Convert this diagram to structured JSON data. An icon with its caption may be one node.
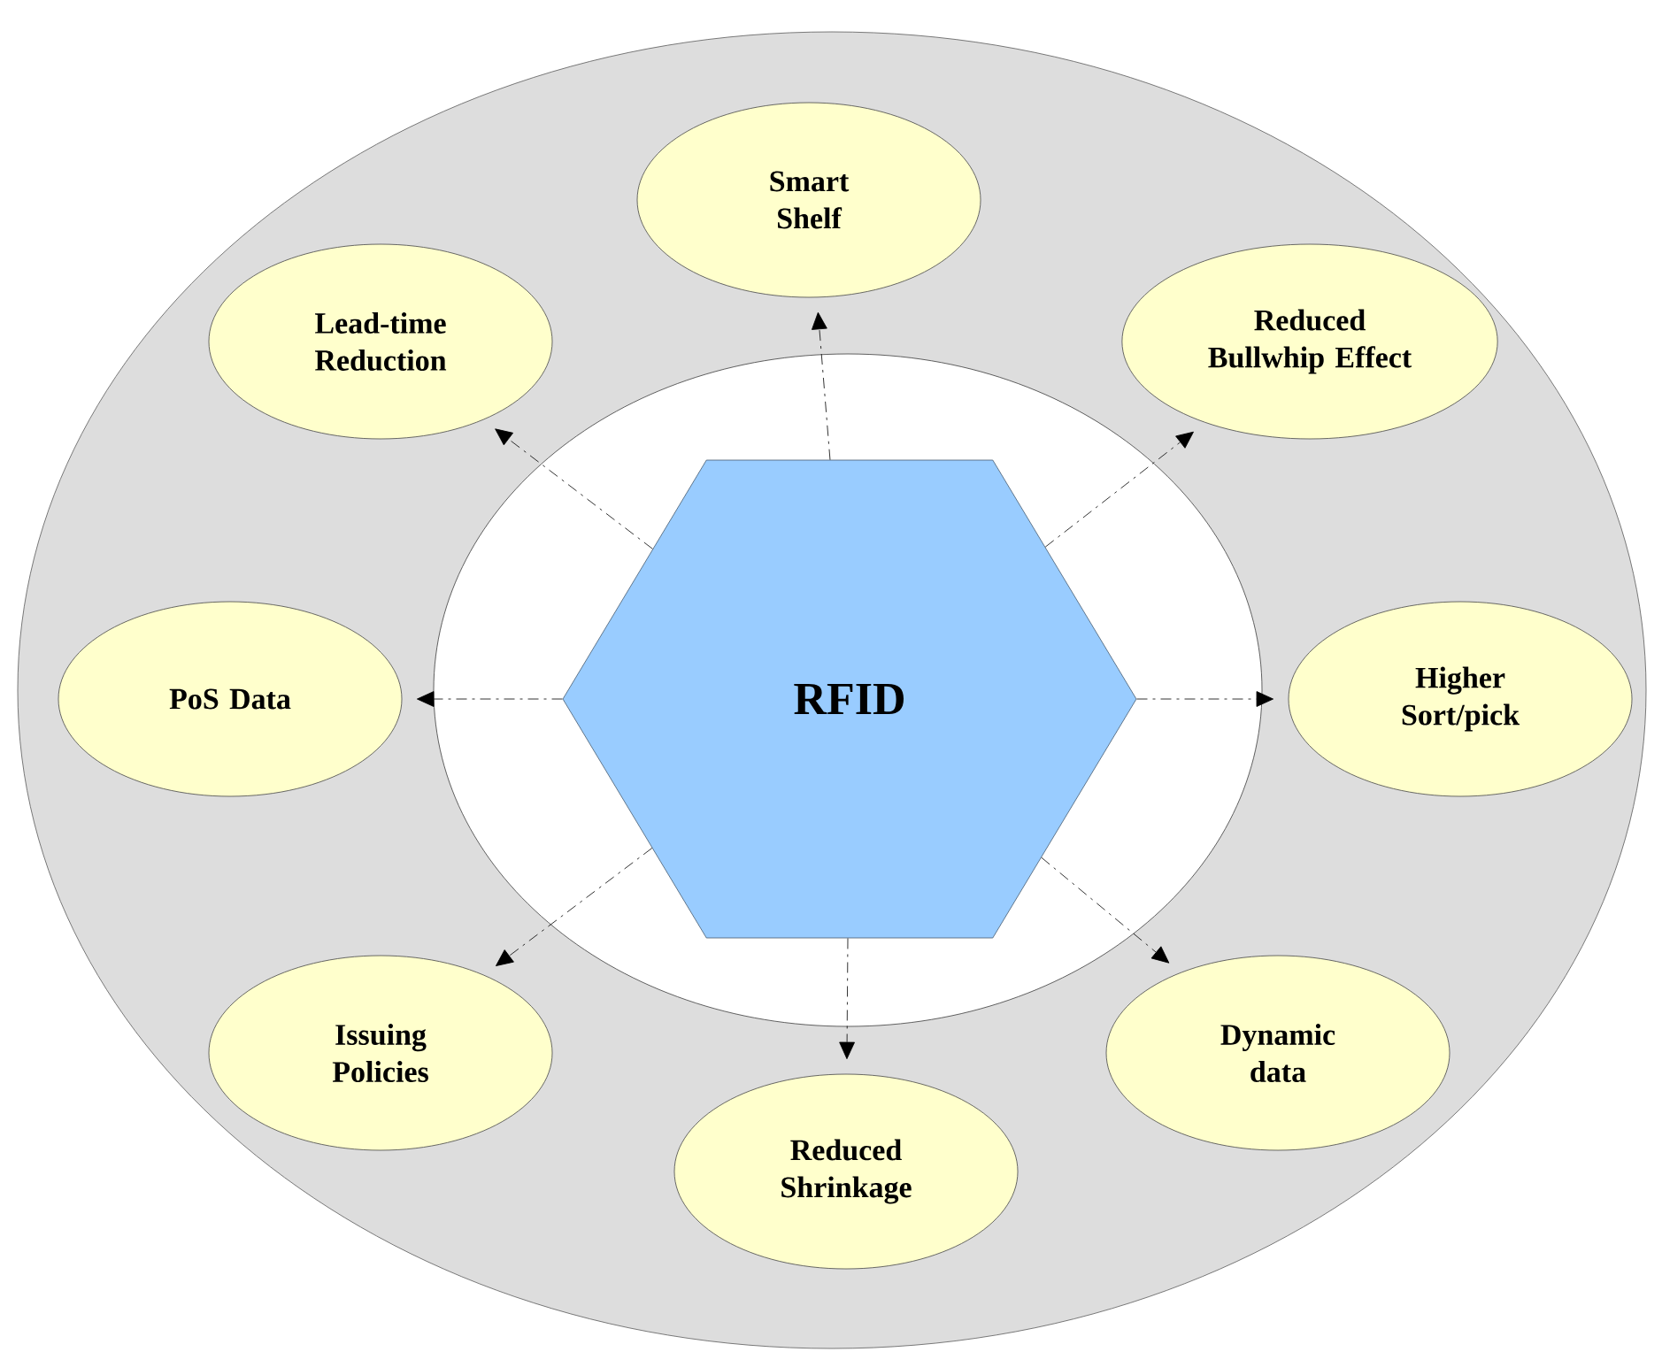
{
  "diagram": {
    "nodes": [
      {
        "text": [
          "Smart Shelf"
        ]
      },
      {
        "text": [
          "Lead-time Reduction"
        ]
      },
      {
        "text": [
          "Reduced Bullwhip Effect"
        ]
      },
      {
        "text": [
          "PoS Data"
        ]
      },
      {
        "text": [
          "RFID"
        ]
      },
      {
        "text": [
          "Higher Sort/pick"
        ]
      },
      {
        "text": [
          "Issuing Policies"
        ]
      },
      {
        "text": [
          "Dynamic data"
        ]
      },
      {
        "text": [
          "Reduced Shrinkage"
        ]
      }
    ],
    "edges": [
      {
        "from": 4,
        "to": 0,
        "arrow": "to",
        "style": "dashed"
      },
      {
        "from": 4,
        "to": 1,
        "arrow": "to",
        "style": "dashed"
      },
      {
        "from": 4,
        "to": 2,
        "arrow": "to",
        "style": "dashed"
      },
      {
        "from": 4,
        "to": 3,
        "arrow": "to",
        "style": "dashed"
      },
      {
        "from": 4,
        "to": 5,
        "arrow": "to",
        "style": "dashed"
      },
      {
        "from": 4,
        "to": 6,
        "arrow": "to",
        "style": "dashed"
      },
      {
        "from": 4,
        "to": 7,
        "arrow": "to",
        "style": "dashed"
      },
      {
        "from": 4,
        "to": 8,
        "arrow": "to",
        "style": "dashed"
      }
    ]
  }
}
